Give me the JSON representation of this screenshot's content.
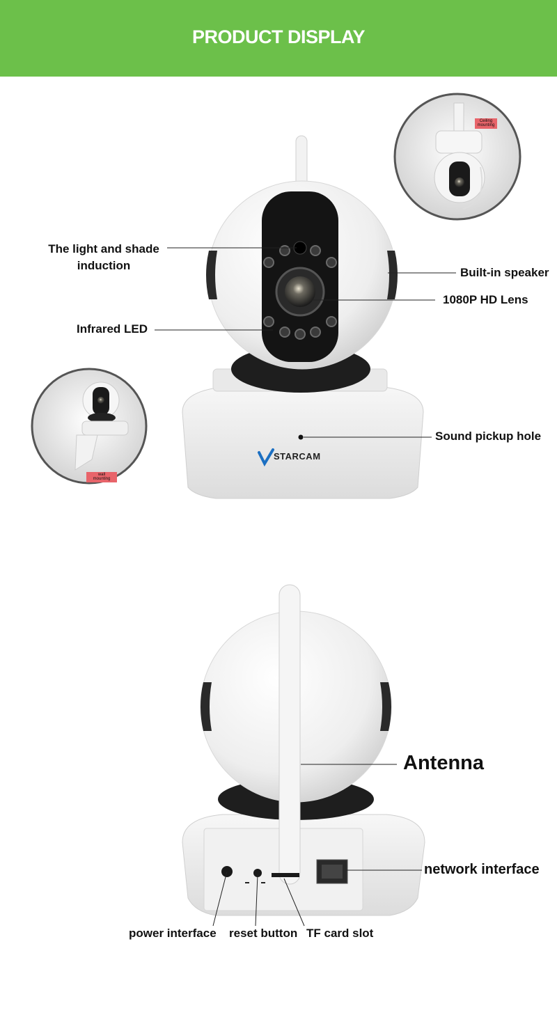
{
  "header": {
    "title": "PRODUCT DISPLAY"
  },
  "front_view": {
    "light_sensor_label_line1": "The light and shade",
    "light_sensor_label_line2": "induction",
    "infrared_label": "Infrared LED",
    "speaker_label": "Built-in speaker",
    "lens_label": "1080P HD Lens",
    "mic_label": "Sound pickup hole",
    "brand": "STARCAM",
    "ceiling_tag_line1": "Ceiling",
    "ceiling_tag_line2": "mounting",
    "wall_tag_line1": "wall",
    "wall_tag_line2": "mounting"
  },
  "back_view": {
    "antenna_label": "Antenna",
    "network_label": "network interface",
    "power_label": "power interface",
    "reset_label": "reset button",
    "tf_label": "TF card slot"
  },
  "colors": {
    "banner": "#6cc04a",
    "tag": "#e8646a"
  }
}
